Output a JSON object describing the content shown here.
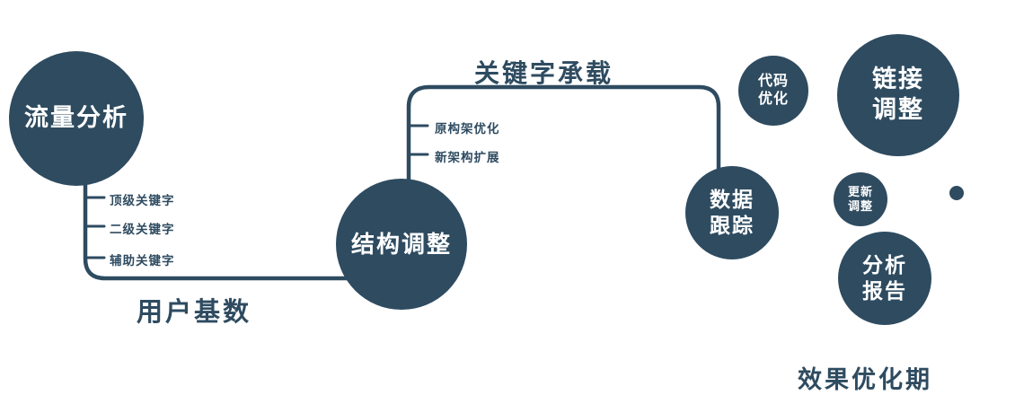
{
  "colors": {
    "primary": "#2e4b60",
    "node_text": "#ffffff",
    "background": "#ffffff"
  },
  "nodes": {
    "traffic": {
      "label": "流量分析"
    },
    "structure": {
      "label": "结构调整"
    },
    "tracking": {
      "label": "数据\n跟踪"
    },
    "code": {
      "label": "代码\n优化"
    },
    "link": {
      "label": "链接\n调整"
    },
    "update": {
      "label": "更新\n调整"
    },
    "report": {
      "label": "分析\n报告"
    }
  },
  "edge_labels": {
    "user_base": "用户基数",
    "keyword_carry": "关键字承载",
    "effect_phase": "效果优化期"
  },
  "branches": {
    "traffic": [
      "顶级关键字",
      "二级关键字",
      "辅助关键字"
    ],
    "structure": [
      "原构架优化",
      "新架构扩展"
    ]
  }
}
